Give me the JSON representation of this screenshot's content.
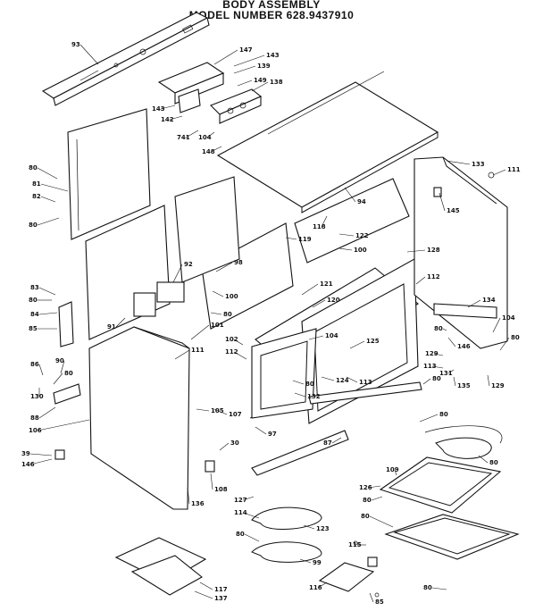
{
  "header": {
    "title": "BODY ASSEMBLY",
    "model_line": "MODEL NUMBER 628.9437910"
  },
  "callouts": [
    "93",
    "147",
    "143",
    "139",
    "149",
    "138",
    "143",
    "142",
    "741",
    "104",
    "148",
    "80",
    "81",
    "82",
    "80",
    "94",
    "133",
    "111",
    "145",
    "118",
    "122",
    "100",
    "128",
    "119",
    "98",
    "92",
    "83",
    "80",
    "84",
    "85",
    "100",
    "80",
    "121",
    "120",
    "112",
    "134",
    "104",
    "91",
    "101",
    "111",
    "102",
    "112",
    "104",
    "125",
    "80",
    "146",
    "80",
    "86",
    "90",
    "80",
    "130",
    "129",
    "131",
    "113",
    "135",
    "129",
    "80",
    "124",
    "113",
    "132",
    "80",
    "87",
    "88",
    "106",
    "105",
    "107",
    "97",
    "80",
    "30",
    "39",
    "146",
    "108",
    "136",
    "80",
    "109",
    "127",
    "126",
    "80",
    "114",
    "123",
    "80",
    "80",
    "115",
    "99",
    "116",
    "117",
    "137",
    "80",
    "85"
  ]
}
